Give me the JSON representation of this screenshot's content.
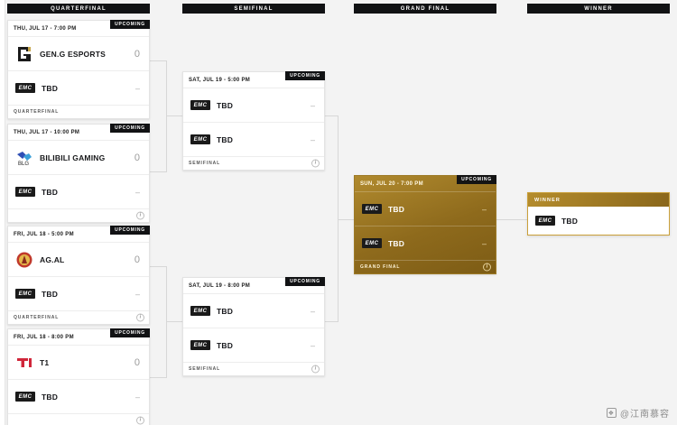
{
  "rounds": [
    {
      "label": "QUARTERFINAL"
    },
    {
      "label": "SEMIFINAL"
    },
    {
      "label": "GRAND FINAL"
    },
    {
      "label": "WINNER"
    }
  ],
  "tags": {
    "upcoming": "UPCOMING",
    "winner": "WINNER"
  },
  "footers": {
    "quarterfinal": "QUARTERFINAL",
    "semifinal": "SEMIFINAL",
    "grand_final": "GRAND FINAL"
  },
  "tbd": "TBD",
  "tbd_logo": "EMC",
  "info_glyph": "i",
  "matches": {
    "qf1": {
      "date": "THU, JUL 17 - 7:00 PM",
      "status": "UPCOMING",
      "teams": [
        {
          "name": "GEN.G ESPORTS",
          "score": "0",
          "logo": "geng-logo"
        },
        {
          "name": "TBD",
          "score": "–",
          "logo": "tbd-logo"
        }
      ],
      "footer": "QUARTERFINAL"
    },
    "qf2": {
      "date": "THU, JUL 17 - 10:00 PM",
      "status": "UPCOMING",
      "teams": [
        {
          "name": "BILIBILI GAMING",
          "score": "0",
          "logo": "blg-logo"
        },
        {
          "name": "TBD",
          "score": "–",
          "logo": "tbd-logo"
        }
      ],
      "footer": ""
    },
    "qf3": {
      "date": "FRI, JUL 18 - 5:00 PM",
      "status": "UPCOMING",
      "teams": [
        {
          "name": "AG.AL",
          "score": "0",
          "logo": "agal-logo"
        },
        {
          "name": "TBD",
          "score": "–",
          "logo": "tbd-logo"
        }
      ],
      "footer": "QUARTERFINAL"
    },
    "qf4": {
      "date": "FRI, JUL 18 - 8:00 PM",
      "status": "UPCOMING",
      "teams": [
        {
          "name": "T1",
          "score": "0",
          "logo": "t1-logo"
        },
        {
          "name": "TBD",
          "score": "–",
          "logo": "tbd-logo"
        }
      ],
      "footer": ""
    },
    "sf1": {
      "date": "SAT, JUL 19 - 5:00 PM",
      "status": "UPCOMING",
      "teams": [
        {
          "name": "TBD",
          "score": "–",
          "logo": "tbd-logo"
        },
        {
          "name": "TBD",
          "score": "–",
          "logo": "tbd-logo"
        }
      ],
      "footer": "SEMIFINAL"
    },
    "sf2": {
      "date": "SAT, JUL 19 - 8:00 PM",
      "status": "UPCOMING",
      "teams": [
        {
          "name": "TBD",
          "score": "–",
          "logo": "tbd-logo"
        },
        {
          "name": "TBD",
          "score": "–",
          "logo": "tbd-logo"
        }
      ],
      "footer": "SEMIFINAL"
    },
    "gf": {
      "date": "SUN, JUL 20 - 7:00 PM",
      "status": "UPCOMING",
      "teams": [
        {
          "name": "TBD",
          "score": "–",
          "logo": "tbd-logo"
        },
        {
          "name": "TBD",
          "score": "–",
          "logo": "tbd-logo"
        }
      ],
      "footer": "GRAND FINAL"
    },
    "winner": {
      "header": "WINNER",
      "team": {
        "name": "TBD",
        "logo": "tbd-logo"
      }
    }
  },
  "watermark": {
    "icon": "app-icon",
    "text": "@江南慕容"
  },
  "colors": {
    "dark": "#111214",
    "gold": "#b08a2e",
    "card": "#ffffff",
    "page": "#f3f3f3"
  }
}
